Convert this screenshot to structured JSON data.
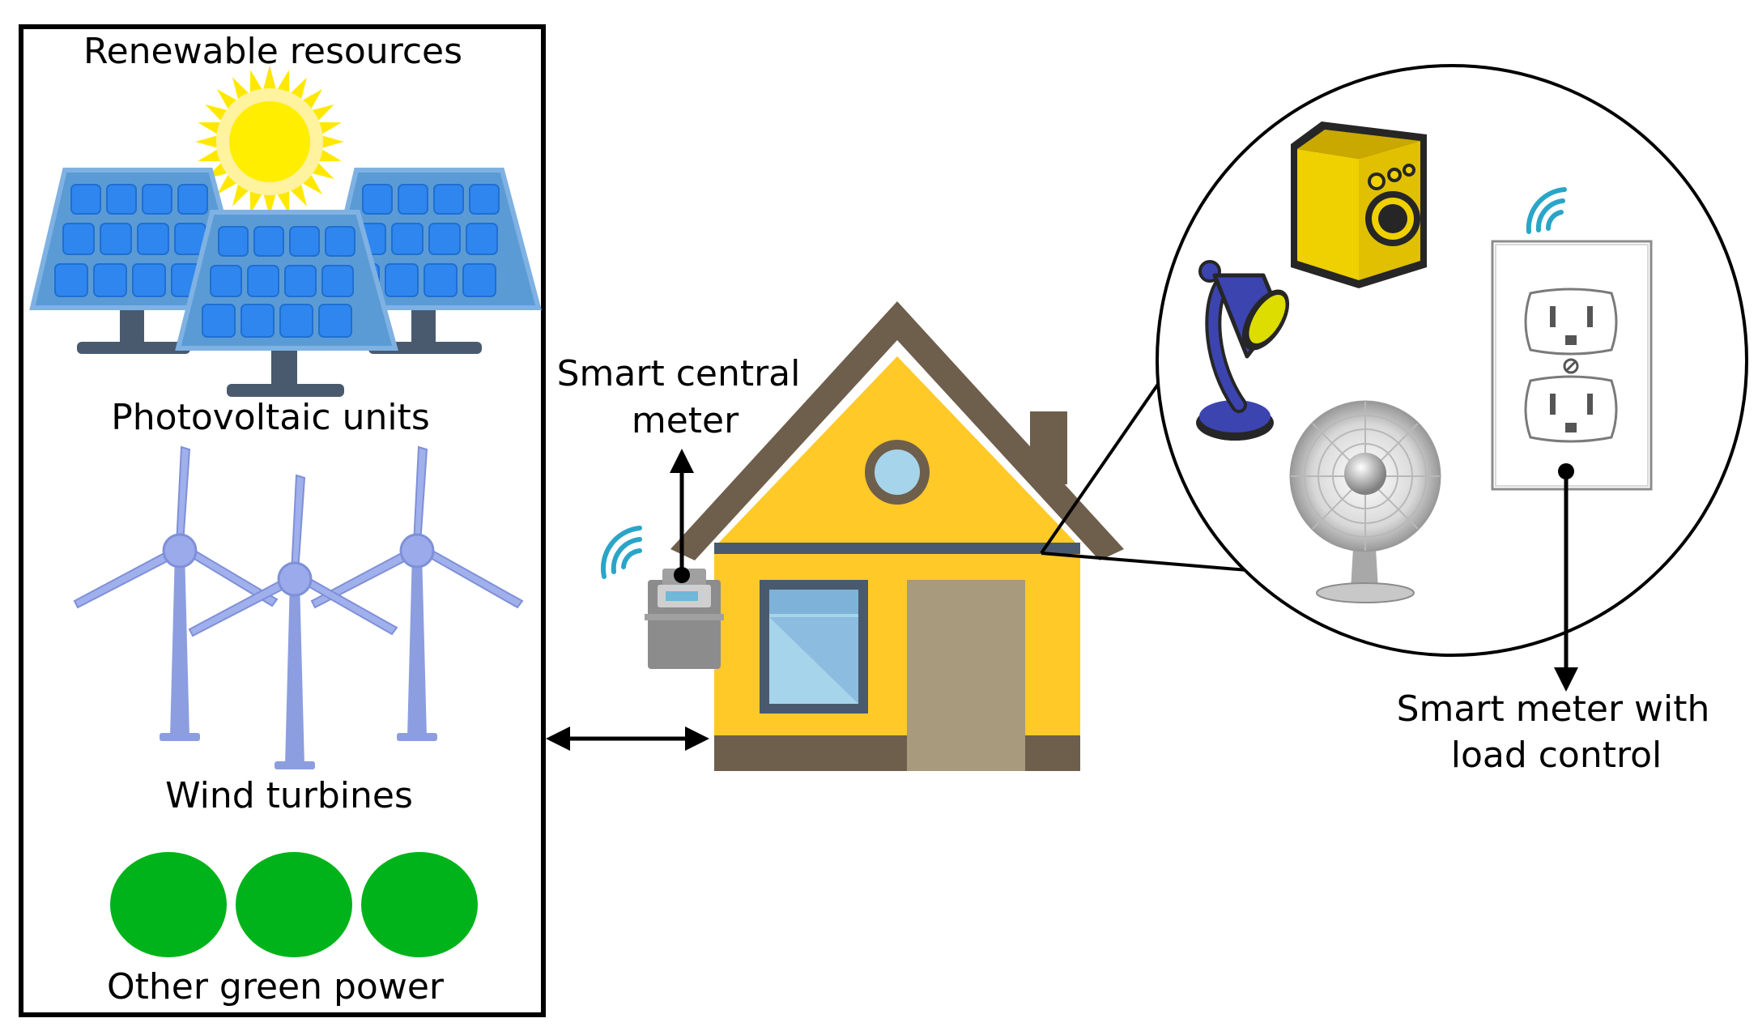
{
  "labels": {
    "renewable_resources": "Renewable resources",
    "photovoltaic_units": "Photovoltaic units",
    "wind_turbines": "Wind turbines",
    "other_green_power": "Other green power",
    "smart_central_meter_line1": "Smart central",
    "smart_central_meter_line2": "meter",
    "smart_meter_load_line1": "Smart meter with",
    "smart_meter_load_line2": "load control"
  },
  "colors": {
    "panel_frame": "#5b9bd5",
    "panel_cell": "#2f86ef",
    "panel_stand": "#4a5a6e",
    "sun": "#ffee00",
    "turbine": "#8c9ee0",
    "green_power": "#00b31a",
    "house_wall": "#ffc928",
    "house_roof": "#6e5e4c",
    "house_door": "#a89a7c",
    "wifi": "#2aa5c8",
    "speaker": "#efd000",
    "lamp": "#3c44b0"
  },
  "icons": [
    "sun-icon",
    "solar-panel-icon",
    "wind-turbine-icon",
    "green-power-icon",
    "house-icon",
    "gas-meter-icon",
    "wifi-icon",
    "lamp-icon",
    "speaker-icon",
    "fan-icon",
    "outlet-icon"
  ]
}
